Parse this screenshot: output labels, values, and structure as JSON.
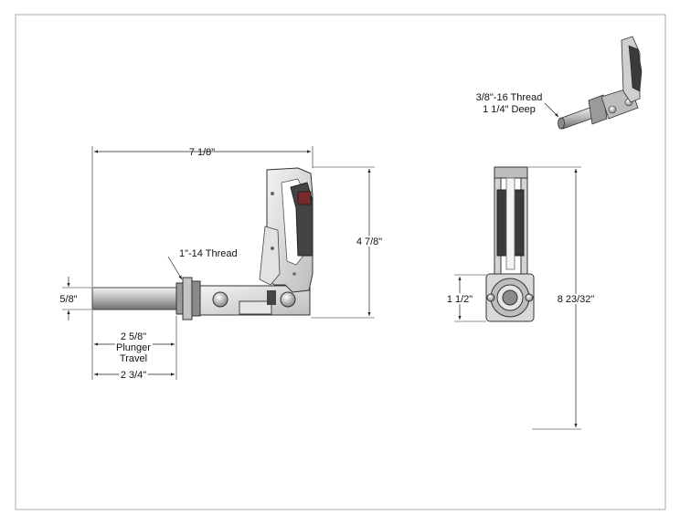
{
  "dimensions": {
    "overall_length": "7 1/8\"",
    "height": "4 7/8\"",
    "rod_diameter": "5/8\"",
    "thread_main": "1\"-14 Thread",
    "plunger_travel": [
      "2 5/8\"",
      "Plunger",
      "Travel"
    ],
    "base_length": "2 3/4\"",
    "end_height": "1 1/2\"",
    "end_overall": "8 23/32\"",
    "thread_mount": [
      "3/8\"-16 Thread",
      "1 1/4\" Deep"
    ]
  },
  "colors": {
    "metal_light": "#d8d8d8",
    "metal_mid": "#a9a9a9",
    "grip_dark": "#3a3a3a",
    "grip_red": "#7a2a2a",
    "line": "#222222"
  }
}
